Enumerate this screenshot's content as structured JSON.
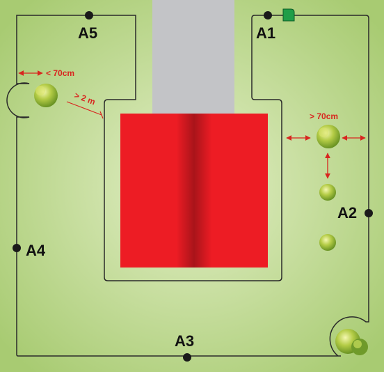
{
  "colors": {
    "lawn": "#b9d78a",
    "lawn_light": "#e3efc7",
    "driveway": "#c3c4c7",
    "house": "#ed1c24",
    "house_shadow": "#b3151b",
    "boundary_wire": "#2a2a2a",
    "marker": "#1a1a1a",
    "dimension": "#d8261f",
    "charging_station": "#1f9e48",
    "shrub": "#8cb43a"
  },
  "icons": {
    "charging_station": "charging-station-icon",
    "shrub": "shrub-icon",
    "guide_point": "wire-point-icon"
  },
  "points": [
    {
      "id": "a1",
      "label": "A1"
    },
    {
      "id": "a2",
      "label": "A2"
    },
    {
      "id": "a3",
      "label": "A3"
    },
    {
      "id": "a4",
      "label": "A4"
    },
    {
      "id": "a5",
      "label": "A5"
    }
  ],
  "dimensions": {
    "tree_gap_max": "< 70cm",
    "wire_to_house_min": "> 2 m",
    "shrub_gap_min": "> 70cm"
  }
}
